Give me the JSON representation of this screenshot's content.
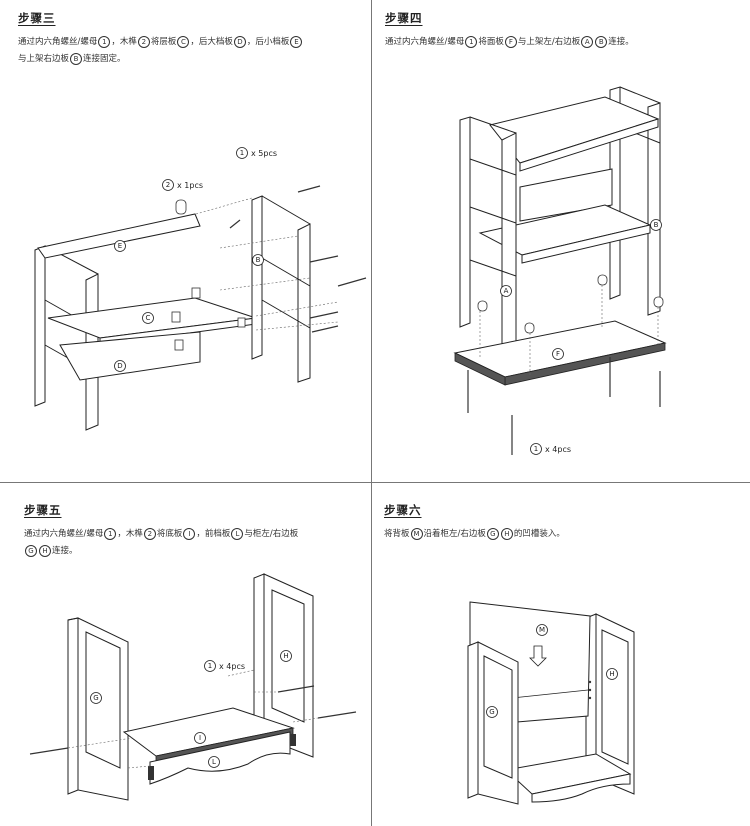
{
  "steps": [
    {
      "title": "步骤三",
      "line1": [
        "通过内六角螺丝/螺母",
        "1",
        "，木榫",
        "2",
        "将层板",
        "C",
        "，后大档板",
        "D",
        "，后小档板",
        "E"
      ],
      "line2": [
        "与上架右边板",
        "B",
        "连接固定。"
      ],
      "callouts": [
        {
          "num": "1",
          "qty": "x 5pcs"
        },
        {
          "num": "2",
          "qty": "x 1pcs"
        }
      ],
      "parts": [
        "E",
        "B",
        "C",
        "D"
      ]
    },
    {
      "title": "步骤四",
      "line1": [
        "通过内六角螺丝/螺母",
        "1",
        "将面板",
        "F",
        "与上架左/右边板",
        "A",
        "B",
        "连接。"
      ],
      "callouts": [
        {
          "num": "1",
          "qty": "x 4pcs"
        }
      ],
      "parts": [
        "B",
        "A",
        "F"
      ]
    },
    {
      "title": "步骤五",
      "line1": [
        "通过内六角螺丝/螺母",
        "1",
        "，木榫",
        "2",
        "将底板",
        "I",
        "，前档板",
        "L",
        "与柜左/右边板"
      ],
      "line2": [
        "G",
        "H",
        "连接。"
      ],
      "callouts": [
        {
          "num": "1",
          "qty": "x 4pcs"
        }
      ],
      "parts": [
        "G",
        "H",
        "I",
        "L"
      ]
    },
    {
      "title": "步骤六",
      "line1": [
        "将背板",
        "M",
        "沿着柜左/右边板",
        "G",
        "H",
        "的凹槽装入。"
      ],
      "parts": [
        "M",
        "G",
        "H"
      ]
    }
  ]
}
